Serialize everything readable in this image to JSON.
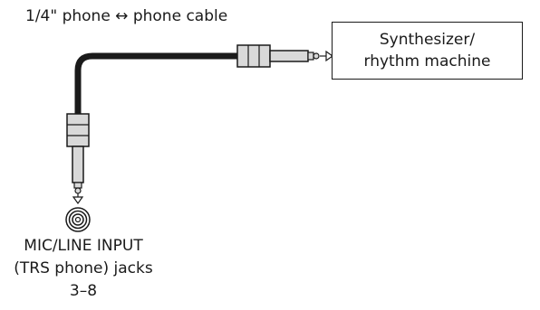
{
  "cable_label": "1/4\" phone ↔ phone cable",
  "device": {
    "line1": "Synthesizer/",
    "line2": "rhythm machine"
  },
  "jack": {
    "line1": "MIC/LINE INPUT",
    "line2": "(TRS phone) jacks",
    "line3": "3–8"
  },
  "colors": {
    "ink": "#1a1a1a",
    "plug_fill": "#d9d9d9",
    "background": "#ffffff"
  }
}
